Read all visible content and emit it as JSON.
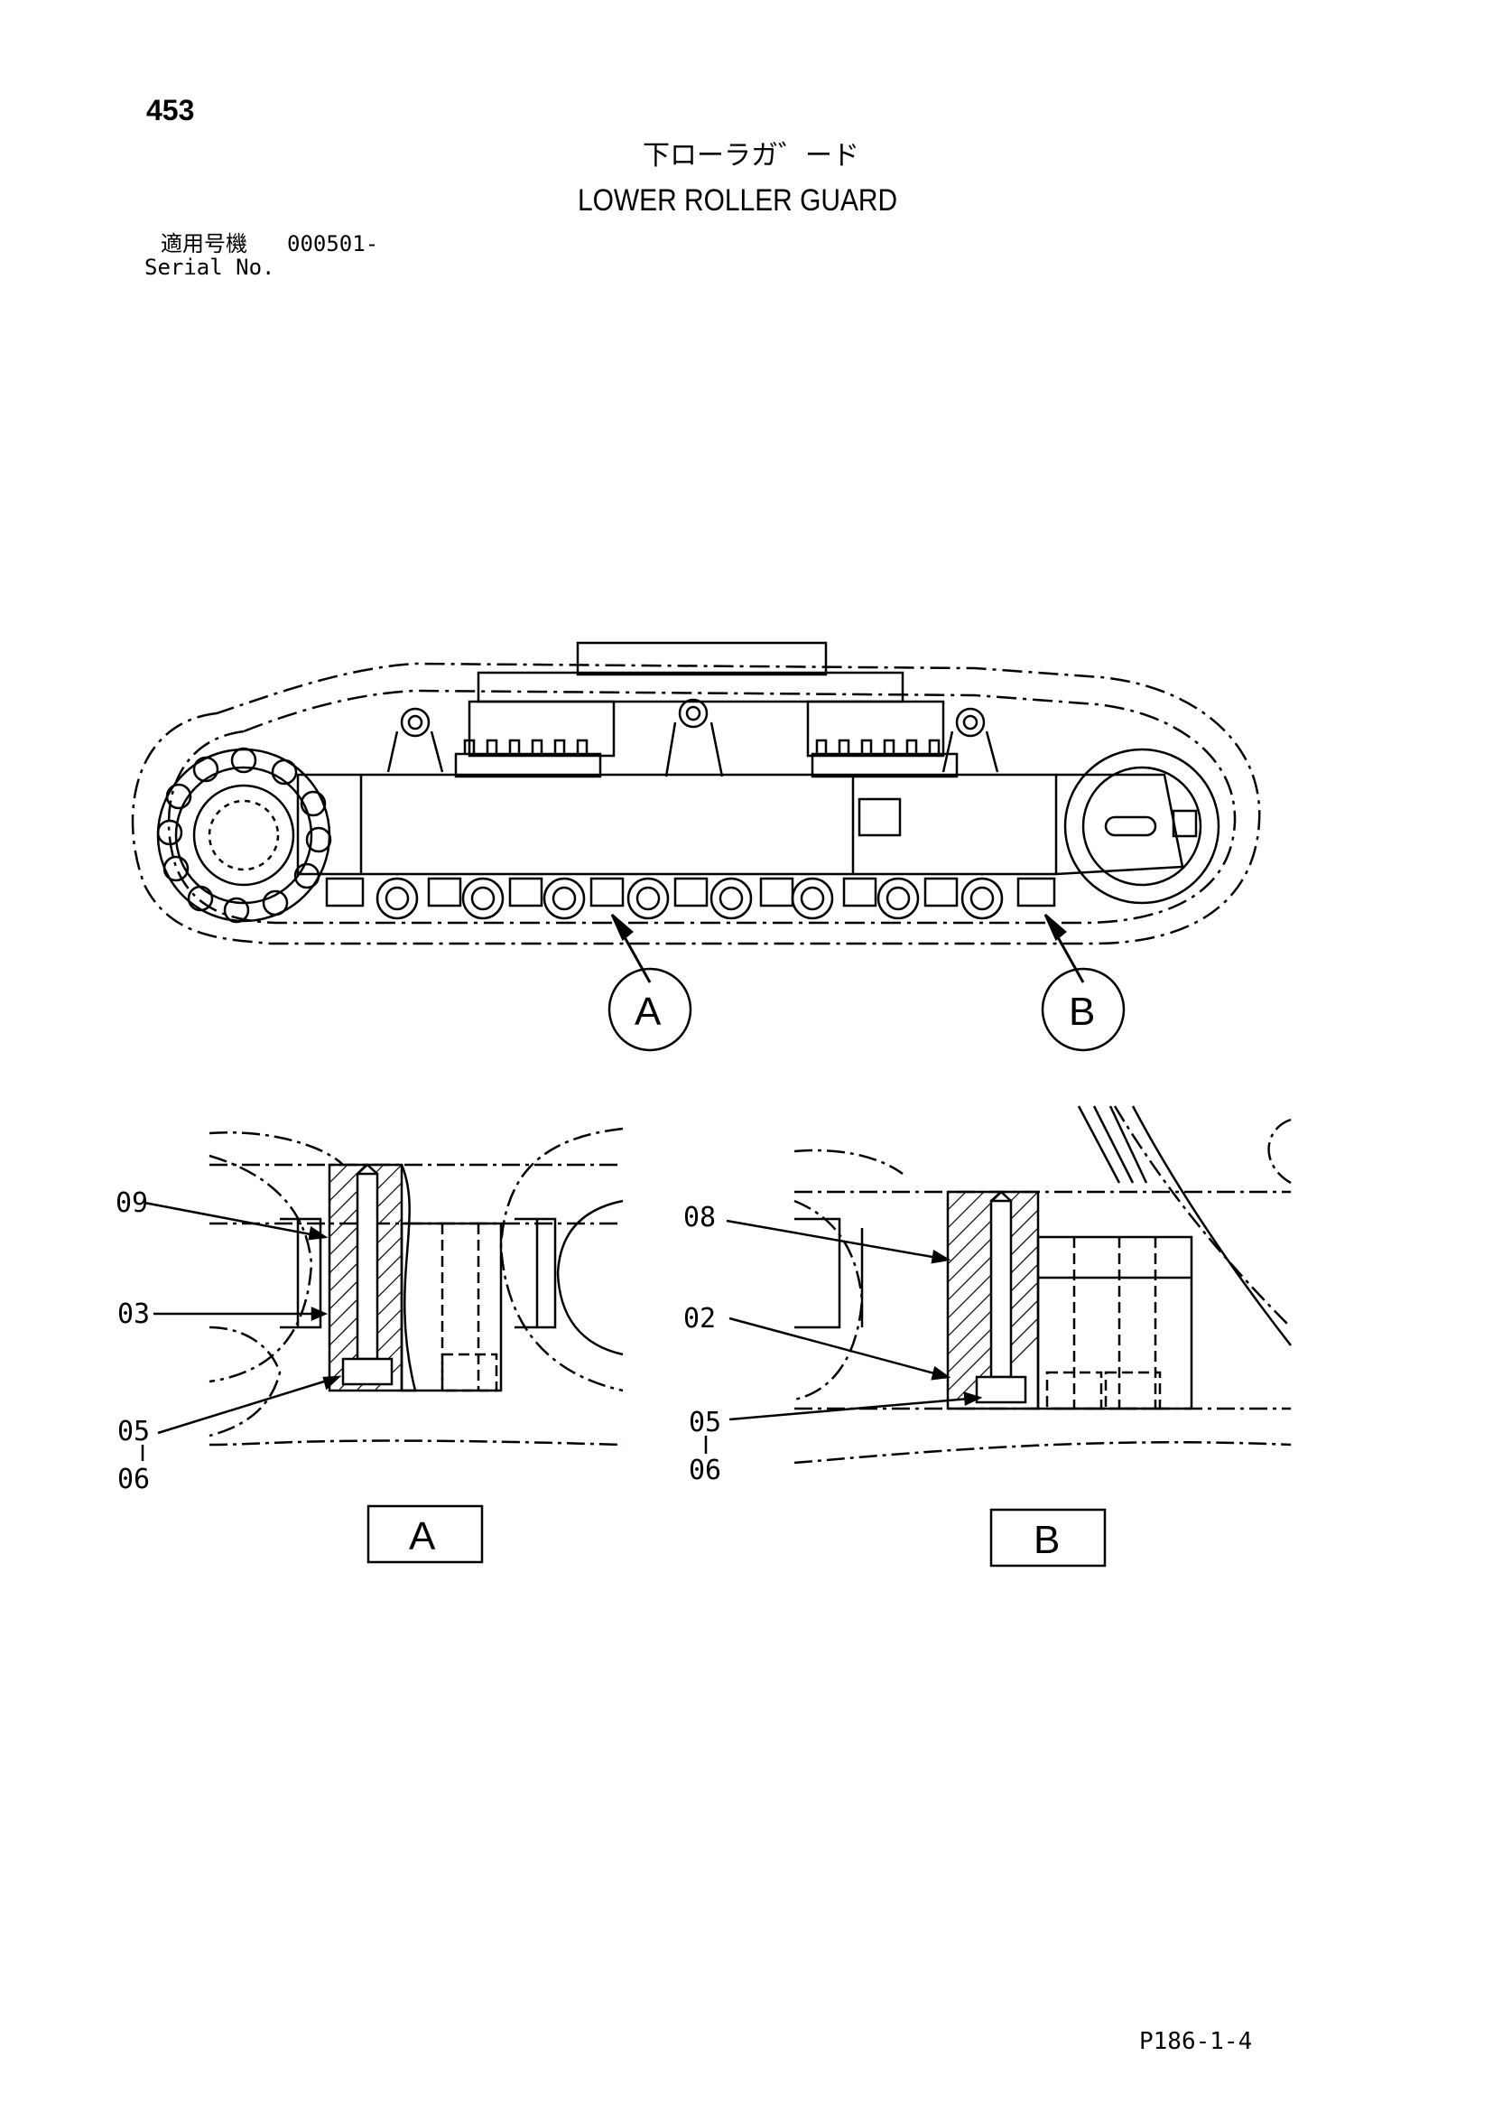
{
  "header": {
    "page_number": "453",
    "title_jp": "下ローラガ゛ード",
    "title_en": "LOWER ROLLER GUARD",
    "serial_label_jp": "適用号機",
    "serial_value": "000501-",
    "serial_label_en": "Serial No."
  },
  "diagram": {
    "callout_a": "A",
    "callout_b": "B",
    "detail_a": {
      "box_label": "A",
      "parts": [
        "09",
        "03",
        "05",
        "06"
      ]
    },
    "detail_b": {
      "box_label": "B",
      "parts": [
        "08",
        "02",
        "05",
        "06"
      ]
    }
  },
  "footer": {
    "code": "P186-1-4"
  }
}
